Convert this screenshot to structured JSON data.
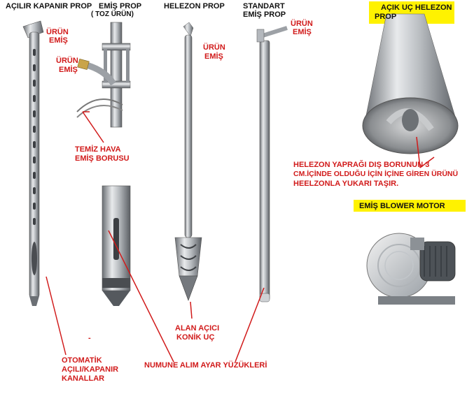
{
  "headers": {
    "acilir_kapanir": "AÇILIR KAPANIR PROP",
    "emis_line1": "EMİŞ PROP",
    "emis_line2": "( TOZ ÜRÜN)",
    "helezon": "HELEZON PROP",
    "standart_line1": "STANDART",
    "standart_line2": "EMİŞ PROP",
    "acik_uc_line1": "AÇIK UÇ HELEZON",
    "acik_uc_line2": "PROP",
    "blower": "EMİŞ BLOWER MOTOR"
  },
  "labels": {
    "urun_emis_1_a": "ÜRÜN",
    "urun_emis_1_b": "EMİŞ",
    "urun_emis_2_a": "ÜRÜN",
    "urun_emis_2_b": "EMİŞ",
    "urun_emis_3_a": "ÜRÜN",
    "urun_emis_3_b": "EMİŞ",
    "urun_emis_4_a": "ÜRÜN",
    "urun_emis_4_b": "EMİŞ",
    "temiz_hava_a": "TEMİZ HAVA",
    "temiz_hava_b": "EMİŞ BORUSU",
    "helezon_desc_1": "HELEZON YAPRAĞI DIŞ BORUNUN 3",
    "helezon_desc_2": "CM.İÇİNDE OLDUĞU İÇİN İÇİNE GİREN ÜRÜNÜ",
    "helezon_desc_3": "HEELZONLA YUKARI TAŞIR.",
    "alan_acici_a": "ALAN AÇICI",
    "alan_acici_b": "KONİK UÇ",
    "otomatik_a": "OTOMATİK",
    "otomatik_b": "AÇILI/KAPANIR",
    "otomatik_c": "KANALLAR",
    "numune": "NUMUNE ALIM AYAR YÜZÜKLERİ",
    "dash": "-"
  },
  "colors": {
    "header_yellow": "#fff200",
    "label_red": "#d11a1a",
    "metal_light": "#e4e6e8",
    "metal_mid": "#a9adb2",
    "metal_dark": "#5e6267"
  }
}
